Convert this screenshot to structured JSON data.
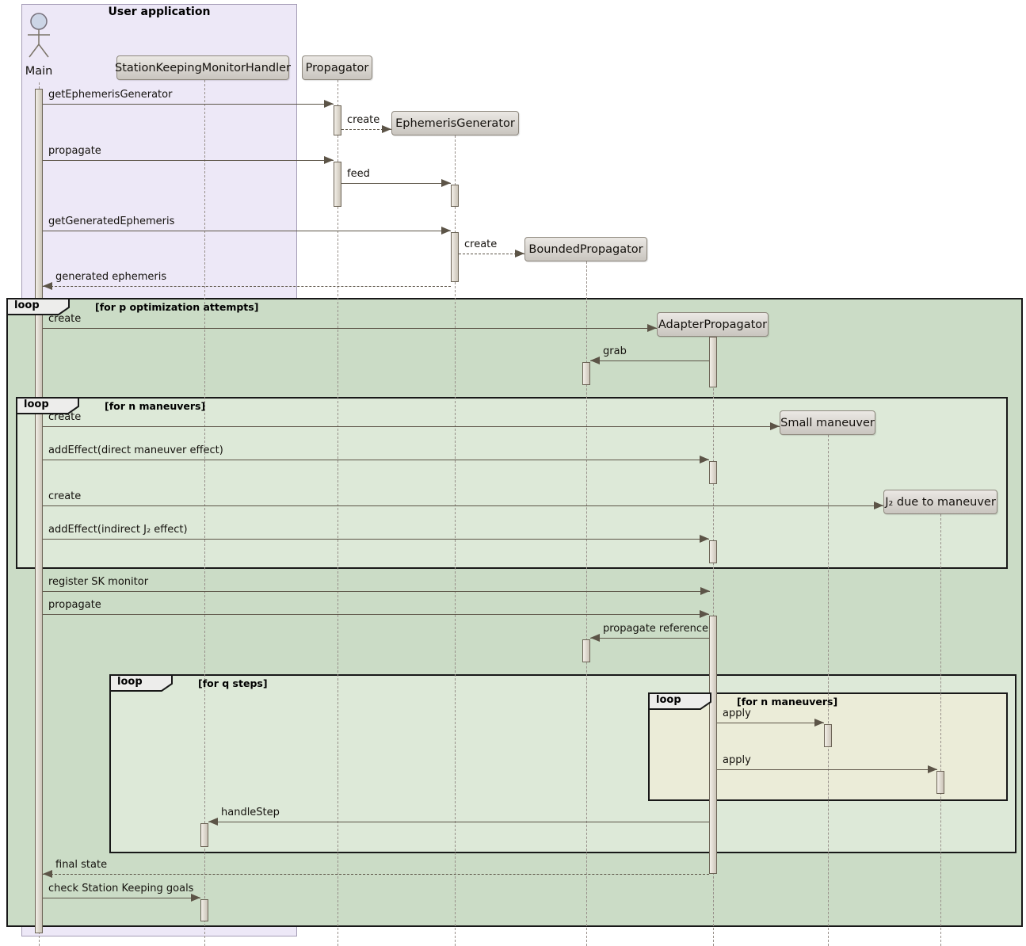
{
  "diagram": {
    "frame_title": "User application",
    "participants": [
      {
        "id": "main",
        "label": "Main",
        "kind": "actor"
      },
      {
        "id": "skmh",
        "label": "StationKeepingMonitorHandler",
        "kind": "participant"
      },
      {
        "id": "prop",
        "label": "Propagator",
        "kind": "participant"
      },
      {
        "id": "ephgen",
        "label": "EphemerisGenerator",
        "kind": "participant-created"
      },
      {
        "id": "bprop",
        "label": "BoundedPropagator",
        "kind": "participant-created"
      },
      {
        "id": "aprop",
        "label": "AdapterPropagator",
        "kind": "participant-created"
      },
      {
        "id": "sman",
        "label": "Small maneuver",
        "kind": "participant-created"
      },
      {
        "id": "j2",
        "label": "J₂ due to maneuver",
        "kind": "participant-created"
      }
    ],
    "fragments": [
      {
        "id": "L1",
        "operator": "loop",
        "condition": "[for p optimization attempts]"
      },
      {
        "id": "L2",
        "operator": "loop",
        "condition": "[for n maneuvers]"
      },
      {
        "id": "L3",
        "operator": "loop",
        "condition": "[for q steps]"
      },
      {
        "id": "L4",
        "operator": "loop",
        "condition": "[for n maneuvers]"
      }
    ],
    "messages": [
      {
        "label": "getEphemerisGenerator",
        "from": "main",
        "to": "prop",
        "style": "solid"
      },
      {
        "label": "create",
        "from": "prop",
        "to": "ephgen",
        "style": "dashed"
      },
      {
        "label": "propagate",
        "from": "main",
        "to": "prop",
        "style": "solid"
      },
      {
        "label": "feed",
        "from": "prop",
        "to": "ephgen",
        "style": "solid"
      },
      {
        "label": "getGeneratedEphemeris",
        "from": "main",
        "to": "ephgen",
        "style": "solid"
      },
      {
        "label": "create",
        "from": "ephgen",
        "to": "bprop",
        "style": "dashed"
      },
      {
        "label": "generated ephemeris",
        "from": "ephgen",
        "to": "main",
        "style": "dashed"
      },
      {
        "label": "create",
        "from": "main",
        "to": "aprop",
        "style": "solid"
      },
      {
        "label": "grab",
        "from": "aprop",
        "to": "bprop",
        "style": "solid"
      },
      {
        "label": "create",
        "from": "main",
        "to": "sman",
        "style": "solid"
      },
      {
        "label": "addEffect(direct maneuver effect)",
        "from": "main",
        "to": "aprop",
        "style": "solid"
      },
      {
        "label": "create",
        "from": "main",
        "to": "j2",
        "style": "solid"
      },
      {
        "label": "addEffect(indirect J₂ effect)",
        "from": "main",
        "to": "aprop",
        "style": "solid"
      },
      {
        "label": "register SK monitor",
        "from": "main",
        "to": "aprop",
        "style": "solid"
      },
      {
        "label": "propagate",
        "from": "main",
        "to": "aprop",
        "style": "solid"
      },
      {
        "label": "propagate reference",
        "from": "aprop",
        "to": "bprop",
        "style": "solid"
      },
      {
        "label": "apply",
        "from": "aprop",
        "to": "sman",
        "style": "solid"
      },
      {
        "label": "apply",
        "from": "aprop",
        "to": "j2",
        "style": "solid"
      },
      {
        "label": "handleStep",
        "from": "aprop",
        "to": "skmh",
        "style": "solid"
      },
      {
        "label": "final state",
        "from": "aprop",
        "to": "main",
        "style": "dashed"
      },
      {
        "label": "check Station Keeping goals",
        "from": "main",
        "to": "skmh",
        "style": "solid"
      }
    ],
    "colors": {
      "frame_fill": "#ede8f7",
      "frame_border": "#a59db6",
      "loop_outer_fill": "#cbdcc6",
      "loop_mid_fill": "#dde9d8",
      "loop_inner_fill": "#ebecd8",
      "loop_border": "#181818",
      "participant_fill_top": "#ebe8e4",
      "participant_fill_bottom": "#c9c5bf",
      "participant_border": "#8e887e",
      "activation_fill": "#e4ddd2",
      "activation_border": "#6c6456",
      "arrow": "#5c5447",
      "lifeline": "#98908a",
      "actor_head_fill": "#ccd5e6"
    }
  }
}
